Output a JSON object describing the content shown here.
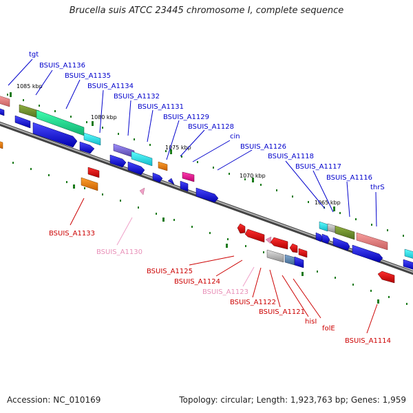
{
  "title": "Brucella suis ATCC 23445 chromosome I, complete sequence",
  "footer": {
    "accession": "Accession: NC_010169",
    "stats": "Topology: circular; Length: 1,923,763 bp; Genes: 1,959"
  },
  "colors": {
    "blue": "#1a1acc",
    "red": "#cc0000",
    "pink": "#e890b8",
    "backbone": "#777777"
  },
  "kbp_labels": [
    "1085 kbp",
    "1080 kbp",
    "1075 kbp",
    "1070 kbp",
    "1065 kbp"
  ],
  "top_labels": [
    "tgt",
    "BSUIS_A1136",
    "BSUIS_A1135",
    "BSUIS_A1134",
    "BSUIS_A1132",
    "BSUIS_A1131",
    "BSUIS_A1129",
    "BSUIS_A1128",
    "cin",
    "BSUIS_A1126",
    "BSUIS_A1118",
    "BSUIS_A1117",
    "BSUIS_A1116",
    "thrS"
  ],
  "bottom_labels": [
    "BSUIS_A1133",
    "BSUIS_A1130",
    "BSUIS_A1125",
    "BSUIS_A1124",
    "BSUIS_A1123",
    "BSUIS_A1122",
    "BSUIS_A1121",
    "hisI",
    "folE",
    "BSUIS_A1114"
  ]
}
